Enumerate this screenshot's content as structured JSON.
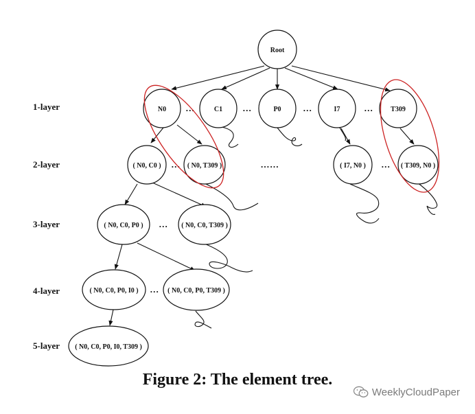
{
  "diagram": {
    "root": "Root",
    "layer_labels": [
      "1-layer",
      "2-layer",
      "3-layer",
      "4-layer",
      "5-layer"
    ],
    "layer1": [
      "N0",
      "C1",
      "P0",
      "I7",
      "T309"
    ],
    "layer2": [
      "( N0, C0 )",
      "( N0, T309 )",
      "( I7, N0 )",
      "( T309, N0 )"
    ],
    "layer3": [
      "( N0, C0,  P0 )",
      "( N0, C0, T309 )"
    ],
    "layer4": [
      "( N0, C0, P0, I0 )",
      "( N0, C0, P0, T309 )"
    ],
    "layer5": [
      "( N0, C0, P0, I0, T309 )"
    ],
    "ellipsis": "…",
    "ellipsis_long": "……",
    "highlight_color": "#cc2222"
  },
  "caption": "Figure 2: The element tree.",
  "watermark": "WeeklyCloudPaper"
}
